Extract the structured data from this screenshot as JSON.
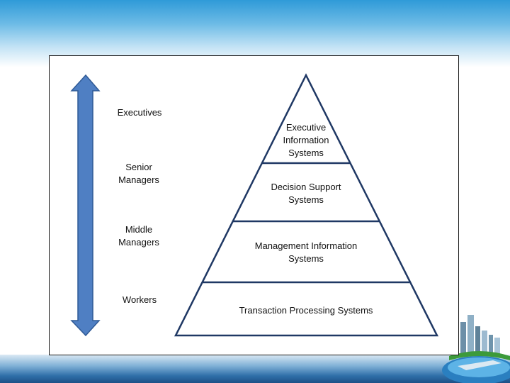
{
  "colors": {
    "arrow_fill": "#4f7fc3",
    "arrow_stroke": "#2f5a96",
    "pyramid_stroke": "#1f3864",
    "panel_border": "#1a1a1a"
  },
  "roles": [
    {
      "id": "executives",
      "label": "Executives"
    },
    {
      "id": "senior",
      "label": "Senior\nManagers"
    },
    {
      "id": "middle",
      "label": "Middle\nManagers"
    },
    {
      "id": "workers",
      "label": "Workers"
    }
  ],
  "pyramid_tiers": [
    {
      "id": "eis",
      "label": "Executive\nInformation\nSystems"
    },
    {
      "id": "dss",
      "label": "Decision Support\nSystems"
    },
    {
      "id": "mis",
      "label": "Management Information\nSystems"
    },
    {
      "id": "tps",
      "label": "Transaction Processing Systems"
    }
  ],
  "icons": {
    "scale_arrow": "double-headed-vertical-arrow-icon",
    "corner": "city-globe-decoration-icon"
  }
}
